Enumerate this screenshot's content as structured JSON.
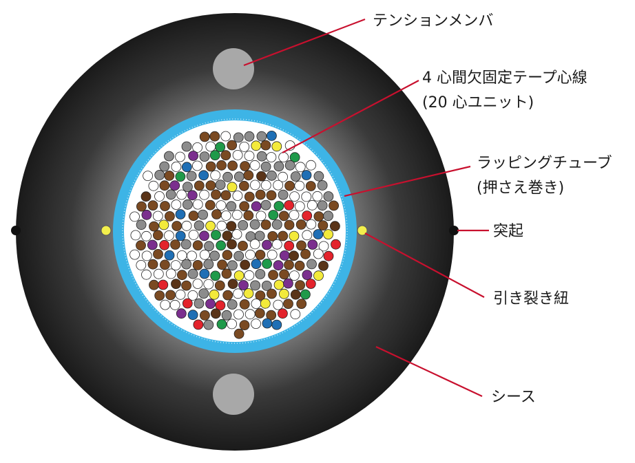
{
  "labels": {
    "tension_member": "テンションメンバ",
    "tape_fiber_line1": "4 心間欠固定テープ心線",
    "tape_fiber_line2": "(20 心ユニット)",
    "wrapping_tube_line1": "ラッピングチューブ",
    "wrapping_tube_line2": "(押さえ巻き)",
    "protrusion": "突起",
    "rip_cord": "引き裂き紐",
    "sheath": "シース"
  },
  "colors": {
    "leader": "#c8102e",
    "sheath_center": "#9a9a9a",
    "sheath_edge": "#1c1c1c",
    "tension_member": "#a6a6a6",
    "wrapping_tube": "#3db4e6",
    "rip_cord": "#f2ef4c",
    "fiber_colors": [
      "#7a4a22",
      "#8c8c8c",
      "#ffffff",
      "#1f6fb5",
      "#e3232c",
      "#f3ea3b",
      "#1f9a4a",
      "#7b2f8e",
      "#5a3418"
    ]
  }
}
